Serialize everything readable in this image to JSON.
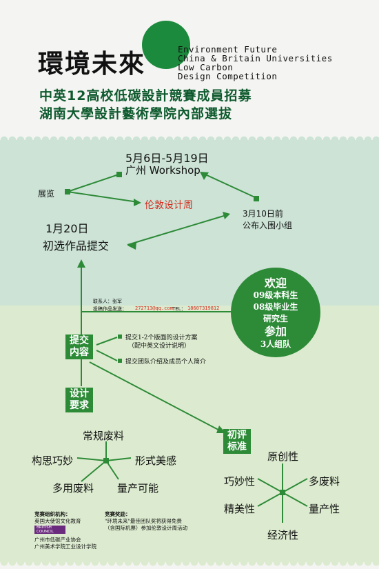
{
  "header": {
    "title_cn": "環境未來",
    "title_en": [
      "Environment Future",
      "China & Britain Universities",
      "Low Carbon",
      "Design Competition"
    ],
    "subtitle_1": "中英12高校低碳設計競賽成員招募",
    "subtitle_2": "湖南大學設計藝術學院內部選拔"
  },
  "timeline": {
    "workshop_date": "5月6日-5月19日",
    "workshop_label": "广州 Workshop",
    "exhibition": "展览",
    "london_week": "伦敦设计周",
    "shortlist_date": "3月10日前",
    "shortlist_label": "公布入围小组",
    "submit_date": "1月20日",
    "submit_label": "初选作品提交"
  },
  "contact": {
    "contact_label": "联系人：",
    "contact_name": "张军",
    "email_label": "投稿作品发送：",
    "email": "272713@qq.com",
    "tel_label": "TEL：",
    "tel": "18607319812"
  },
  "recruit": {
    "line1": "欢迎",
    "line2": "09级本科生",
    "line3": "08级毕业生",
    "line4": "研究生",
    "line5": "参加",
    "line6": "3人组队"
  },
  "submission": {
    "box_line1": "提交",
    "box_line2": "内容",
    "item1_line1": "提交1-2个版面的设计方案",
    "item1_line2": "（配中英文设计说明）",
    "item2": "提交团队介绍及成员个人简介"
  },
  "design_req": {
    "box_line1": "设计",
    "box_line2": "要求",
    "items": [
      "常规废料",
      "形式美感",
      "构思巧妙",
      "多用废料",
      "量产可能"
    ]
  },
  "criteria": {
    "box_line1": "初评",
    "box_line2": "标准",
    "items": [
      "原创性",
      "巧妙性",
      "多废料",
      "精美性",
      "量产性",
      "经济性"
    ]
  },
  "footer": {
    "org_label": "竞赛组织机构：",
    "org1": "英国大使馆文化教育",
    "british_council": "BRITISH COUNCIL",
    "org2": "广州市低碳产业协会",
    "org3": "广州美术学院工业设计学院",
    "award_label": "竞赛奖励：",
    "award_line1": "\"环境未来\"最佳团队奖将获得免费",
    "award_line2": "（含国际机票）参加伦敦设计周活动"
  },
  "colors": {
    "accent_green": "#2d8a37",
    "london_red": "#d22b1e"
  }
}
